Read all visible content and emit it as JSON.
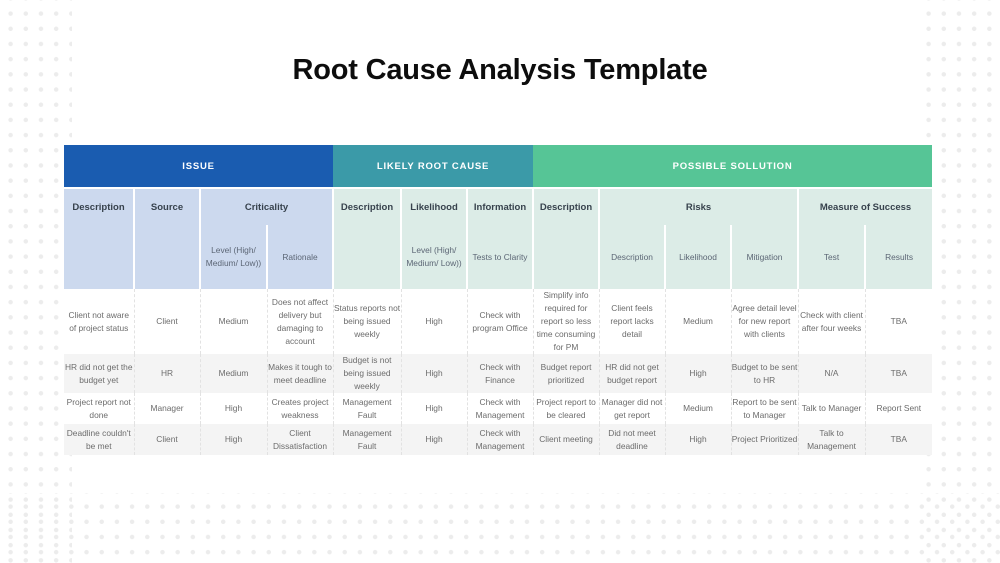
{
  "page": {
    "title": "Root Cause Analysis Template",
    "background": "#ffffff",
    "dot_color": "#ececec"
  },
  "colors": {
    "issue": "#1a5cb0",
    "likely_root_cause": "#3b9aa8",
    "possible_solution": "#56c596",
    "sub_blue": "#ccd9ee",
    "sub_green": "#dcece7",
    "row_stripe": "#f4f4f4"
  },
  "table": {
    "groups": [
      {
        "label": "ISSUE",
        "span": 4
      },
      {
        "label": "LIKELY ROOT CAUSE",
        "span": 3
      },
      {
        "label": "POSSIBLE SOLLUTION",
        "span": 6
      }
    ],
    "subheaders": [
      {
        "label": "Description",
        "span": 1
      },
      {
        "label": "Source",
        "span": 1
      },
      {
        "label": "Criticality",
        "span": 2
      },
      {
        "label": "Description",
        "span": 1
      },
      {
        "label": "Likelihood",
        "span": 1
      },
      {
        "label": "Information",
        "span": 1
      },
      {
        "label": "Description",
        "span": 1
      },
      {
        "label": "Risks",
        "span": 3
      },
      {
        "label": "Measure of Success",
        "span": 2
      }
    ],
    "descriptors": [
      "",
      "",
      "Level (High/ Medium/ Low))",
      "Rationale",
      "",
      "Level (High/ Medium/ Low))",
      "Tests to Clarity",
      "",
      "Description",
      "Likelihood",
      "Mitigation",
      "Test",
      "Results"
    ],
    "rows": [
      [
        "Client not aware of project status",
        "Client",
        "Medium",
        "Does not affect delivery but damaging to account",
        "Status reports not being issued weekly",
        "High",
        "Check with program Office",
        "Simplify info required for report so less time consuming for PM",
        "Client feels report lacks detail",
        "Medium",
        "Agree detail level for new report with clients",
        "Check with client after four weeks",
        "TBA"
      ],
      [
        "HR did not get the budget yet",
        "HR",
        "Medium",
        "Makes it tough to meet deadline",
        "Budget is not being issued weekly",
        "High",
        "Check with Finance",
        "Budget report prioritized",
        "HR did not get budget report",
        "High",
        "Budget to be sent to HR",
        "N/A",
        "TBA"
      ],
      [
        "Project report not done",
        "Manager",
        "High",
        "Creates project weakness",
        "Management Fault",
        "High",
        "Check with Management",
        "Project report to be cleared",
        "Manager did not get report",
        "Medium",
        "Report to be sent to Manager",
        "Talk to Manager",
        "Report Sent"
      ],
      [
        "Deadline couldn't be met",
        "Client",
        "High",
        "Client Dissatisfaction",
        "Management Fault",
        "High",
        "Check with Management",
        "Client meeting",
        "Did not meet deadline",
        "High",
        "Project Prioritized",
        "Talk to Management",
        "TBA"
      ]
    ]
  }
}
